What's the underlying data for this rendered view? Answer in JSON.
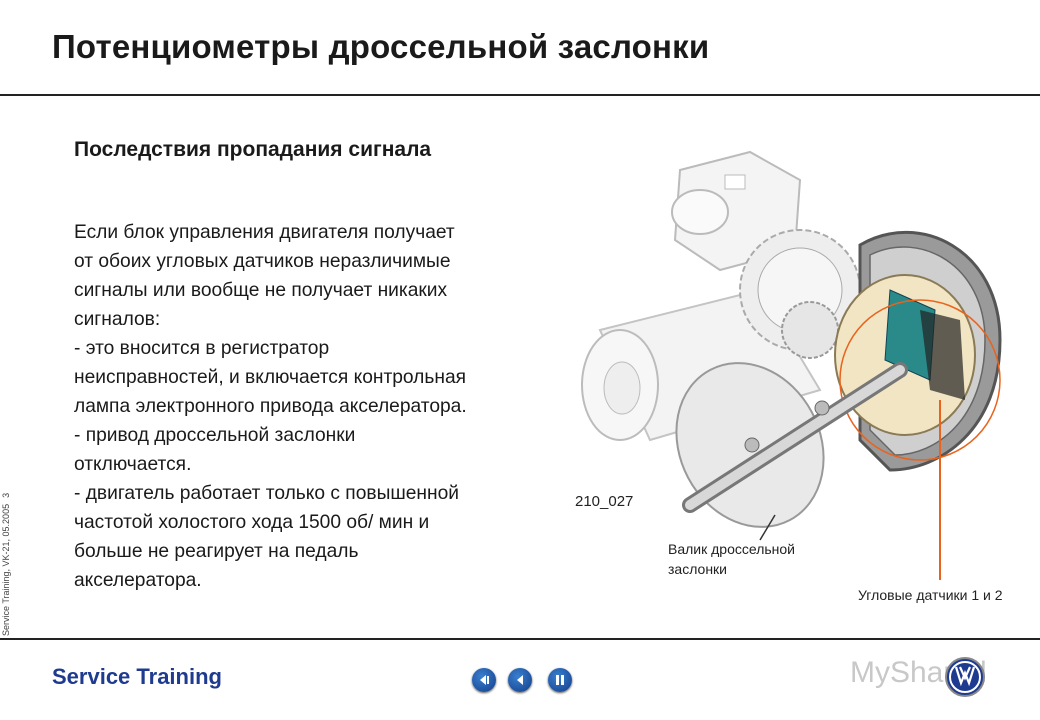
{
  "slide": {
    "title": "Потенциометры дроссельной заслонки",
    "subtitle": "Последствия пропадания сигнала",
    "body_lines": [
      "Если блок управления двигателя получает",
      "от обоих угловых датчиков неразличимые",
      "сигналы или вообще не получает никаких",
      "сигналов:",
      "- это вносится в регистратор",
      "неисправностей, и включается контрольная",
      "лампа электронного привода акселератора.",
      "- привод дроссельной заслонки",
      "отключается.",
      "- двигатель работает только с повышенной",
      "частотой холостого хода 1500 об/ мин и",
      "больше не реагирует на педаль",
      "акселератора."
    ]
  },
  "figure": {
    "id": "210_027",
    "label_shaft_line1": "Валик дроссельной",
    "label_shaft_line2": "заслонки",
    "label_sensors": "Угловые датчики 1 и 2"
  },
  "sidebar": {
    "text": "Service Training, VK-21, 05.2005",
    "page": "3"
  },
  "footer": {
    "brand": "Service Training",
    "watermark": "MyShared",
    "nav_icons": [
      "first-page-icon",
      "previous-page-icon",
      "pause-icon"
    ]
  },
  "colors": {
    "brand_blue": "#1f3b8f",
    "accent_orange": "#e8641e"
  }
}
